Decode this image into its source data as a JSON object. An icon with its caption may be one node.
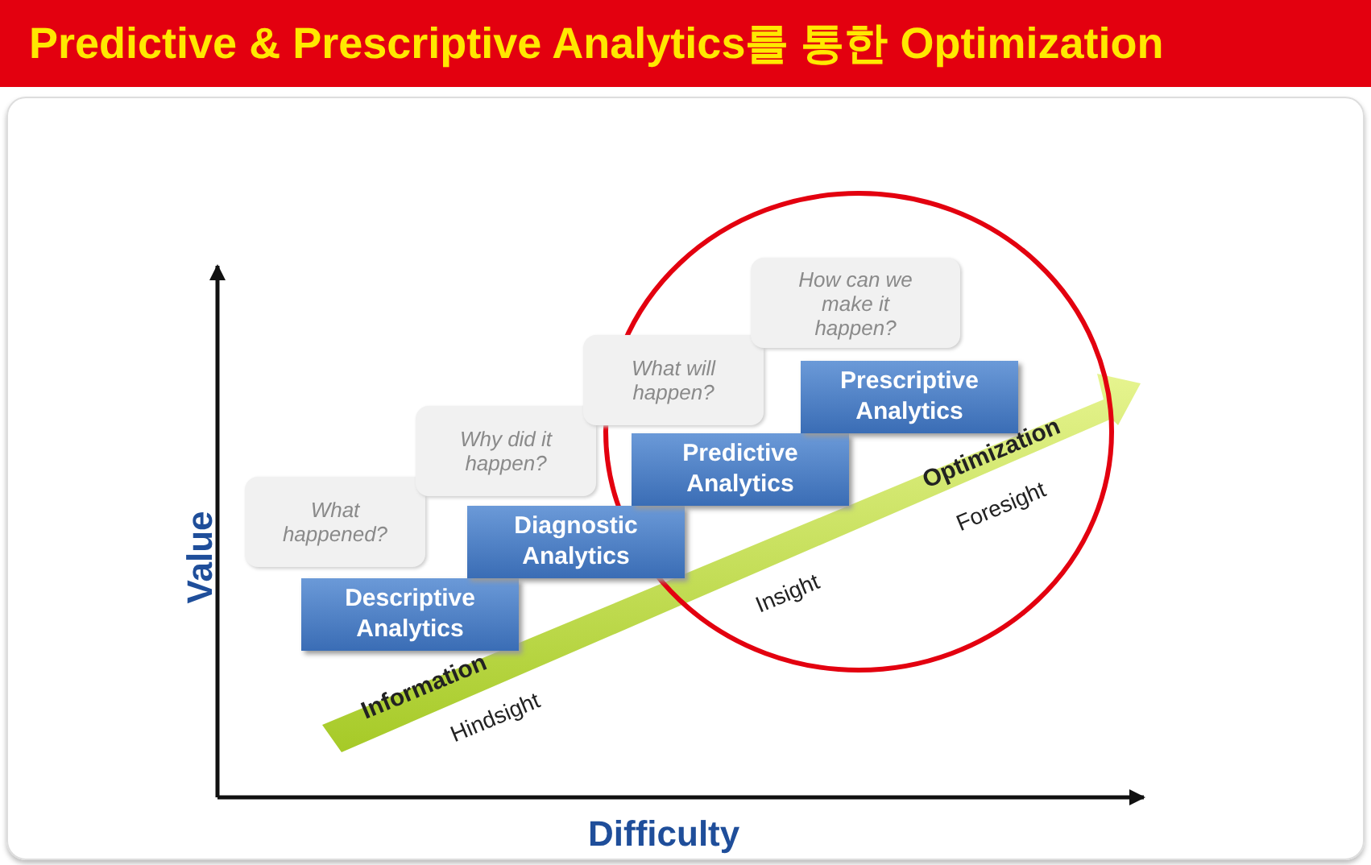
{
  "diagram": {
    "title": "Predictive & Prescriptive Analytics를 통한 Optimization",
    "nodes": [
      {
        "text": [
          "What happened?"
        ]
      },
      {
        "text": [
          "Descriptive Analytics"
        ]
      },
      {
        "text": [
          "Why did it happen?"
        ]
      },
      {
        "text": [
          "Diagnostic Analytics"
        ]
      },
      {
        "text": [
          "What will happen?"
        ]
      },
      {
        "text": [
          "Predictive Analytics"
        ]
      },
      {
        "text": [
          "How can we make it happen?"
        ]
      },
      {
        "text": [
          "Prescriptive Analytics"
        ]
      }
    ],
    "edges": [],
    "labels": [
      "Information",
      "Optimization",
      "Hindsight",
      "Insight",
      "Foresight",
      "Value",
      "Difficulty"
    ]
  }
}
